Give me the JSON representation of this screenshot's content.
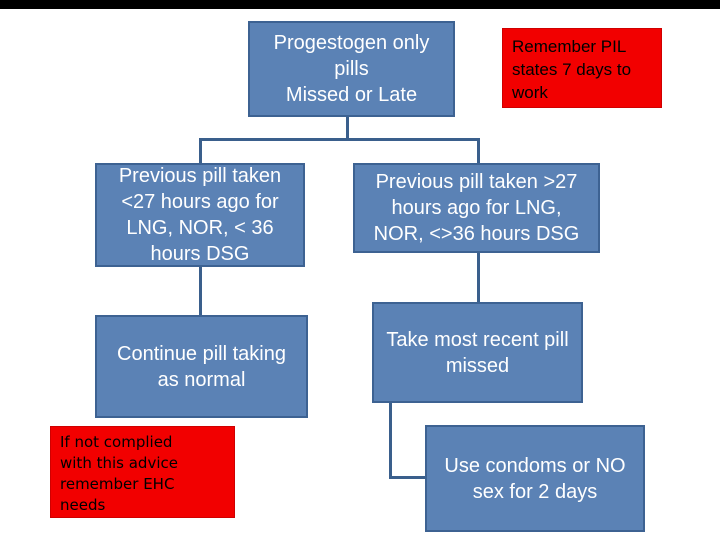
{
  "slide": {
    "background": "#ffffff",
    "letterbox_color": "#000000"
  },
  "colors": {
    "box_blue": "#5b82b5",
    "box_blue_border": "#3d6292",
    "box_red": "#f20000",
    "connector": "#3a5f8c",
    "text_on_blue": "#ffffff",
    "text_on_red": "#000000"
  },
  "flowchart": {
    "title_box": {
      "text": "Progestogen only\npills\nMissed or Late"
    },
    "note_pil": {
      "text": "Remember PIL\nstates 7 days to\nwork"
    },
    "branch_left": {
      "text": "Previous pill taken\n<27 hours ago for\nLNG, NOR, < 36\nhours DSG"
    },
    "branch_right": {
      "text": "Previous pill taken >27\nhours ago for LNG,\nNOR, <>36 hours DSG"
    },
    "action_left": {
      "text": "Continue pill taking\nas normal"
    },
    "action_right": {
      "text": "Take most recent pill\nmissed"
    },
    "note_ehc": {
      "text": "If not complied\nwith this advice\nremember EHC\nneeds"
    },
    "action_condoms": {
      "text": "Use condoms or NO\nsex for 2 days"
    }
  }
}
